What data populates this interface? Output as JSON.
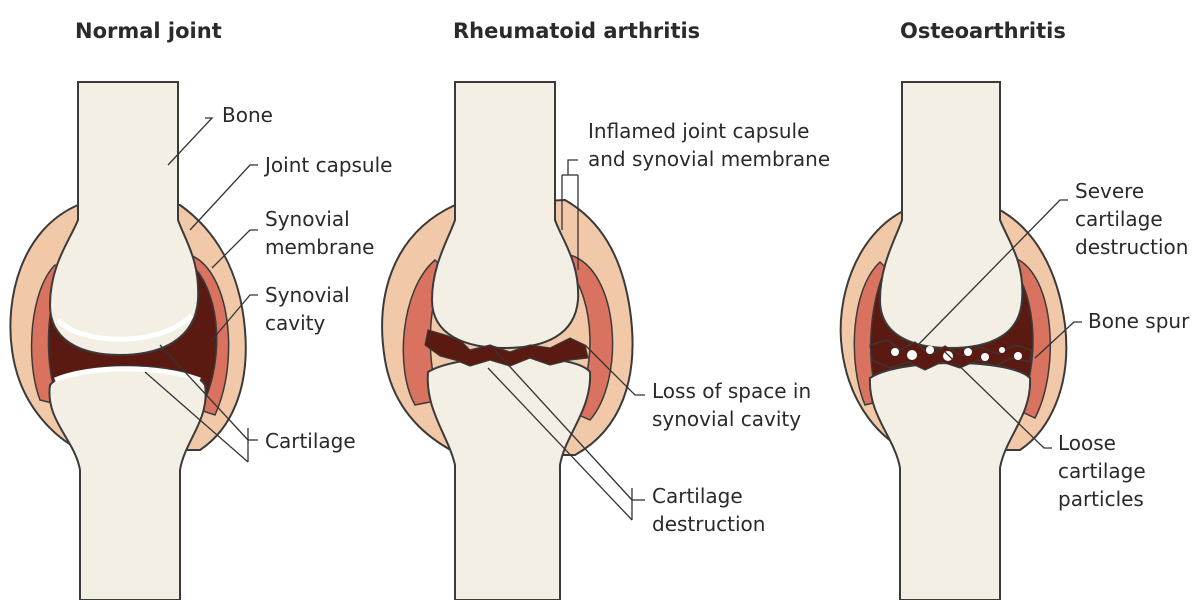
{
  "panels": [
    {
      "title": "Normal joint",
      "labels": {
        "bone": "Bone",
        "joint_capsule": "Joint capsule",
        "synovial_membrane_1": "Synovial",
        "synovial_membrane_2": "membrane",
        "synovial_cavity_1": "Synovial",
        "synovial_cavity_2": "cavity",
        "cartilage": "Cartilage"
      }
    },
    {
      "title": "Rheumatoid arthritis",
      "labels": {
        "inflamed_1": "Inflamed joint capsule",
        "inflamed_2": "and synovial membrane",
        "loss_1": "Loss of space in",
        "loss_2": "synovial cavity",
        "destruction_1": "Cartilage",
        "destruction_2": "destruction"
      }
    },
    {
      "title": "Osteoarthritis",
      "labels": {
        "severe_1": "Severe",
        "severe_2": "cartilage",
        "severe_3": "destruction",
        "spur": "Bone spur",
        "loose_1": "Loose",
        "loose_2": "cartilage",
        "loose_3": "particles"
      }
    }
  ],
  "colors": {
    "bone": "#f3efe4",
    "bone_shade": "#e2dccb",
    "capsule": "#f2c9a8",
    "membrane": "#d9735f",
    "cavity": "#5a1a12",
    "outline": "#3a3a3a"
  }
}
